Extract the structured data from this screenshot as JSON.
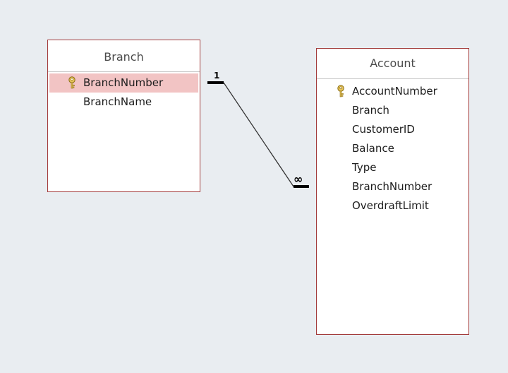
{
  "tables": [
    {
      "name": "Branch",
      "fields": [
        {
          "label": "BranchNumber",
          "primary_key": true,
          "selected": true
        },
        {
          "label": "BranchName",
          "primary_key": false,
          "selected": false
        }
      ]
    },
    {
      "name": "Account",
      "fields": [
        {
          "label": "AccountNumber",
          "primary_key": true,
          "selected": false
        },
        {
          "label": "Branch",
          "primary_key": false,
          "selected": false
        },
        {
          "label": "CustomerID",
          "primary_key": false,
          "selected": false
        },
        {
          "label": "Balance",
          "primary_key": false,
          "selected": false
        },
        {
          "label": "Type",
          "primary_key": false,
          "selected": false
        },
        {
          "label": "BranchNumber",
          "primary_key": false,
          "selected": false
        },
        {
          "label": "OverdraftLimit",
          "primary_key": false,
          "selected": false
        }
      ]
    }
  ],
  "relationship": {
    "from_table": "Branch",
    "from_field": "BranchNumber",
    "to_table": "Account",
    "to_field": "BranchNumber",
    "one_label": "1",
    "many_label": "∞"
  },
  "colors": {
    "canvas_background": "#e9edf1",
    "table_border": "#a33b3b",
    "selected_field_background": "#f2c4c4",
    "key_icon": "#c9a227"
  }
}
